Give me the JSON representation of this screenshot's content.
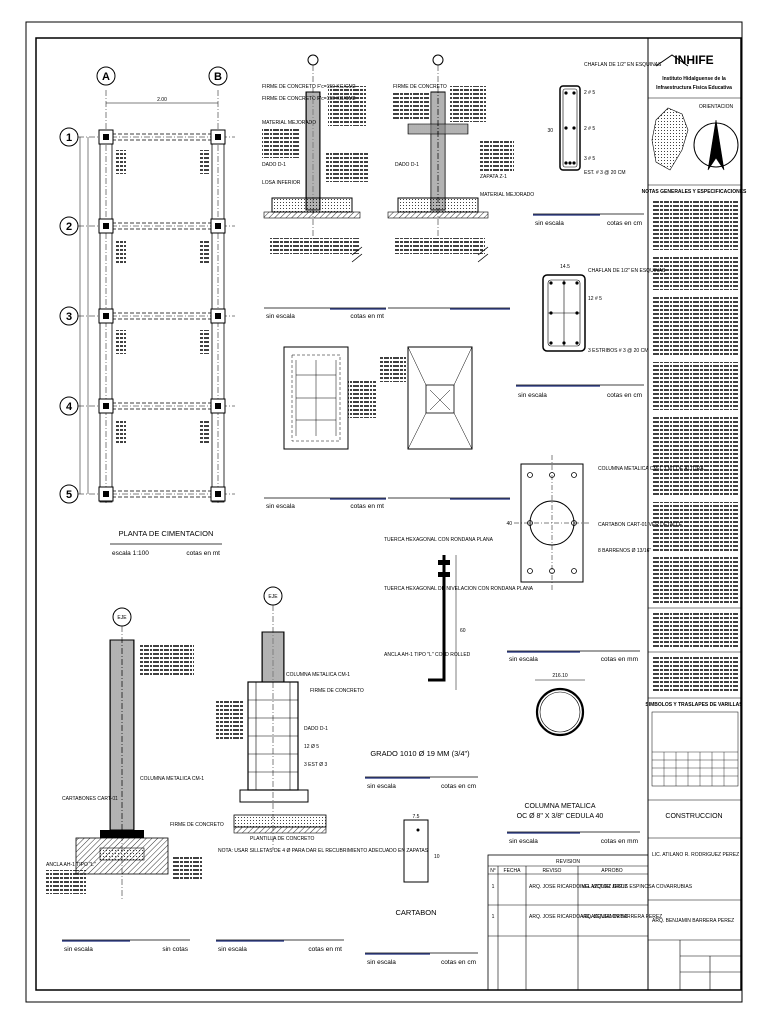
{
  "plan": {
    "axes_cols": [
      "A",
      "B"
    ],
    "axes_rows": [
      "1",
      "2",
      "3",
      "4",
      "5"
    ],
    "dim_top": "2.00",
    "title": "PLANTA DE CIMENTACION",
    "scale": "escala 1:100",
    "units": "cotas en mt"
  },
  "sections": {
    "detail1_notes": [
      "FIRME DE CONCRETO F'c=150 KG/CM2",
      "FIRME DE CONCRETO F'c=150 KG/CM2",
      "MATERIAL MEJORADO",
      "DADO D-1",
      "LOSA INFERIOR"
    ],
    "detail2_notes": [
      "FIRME DE CONCRETO",
      "DADO D-1",
      "ZAPATA Z-1",
      "MATERIAL MEJORADO"
    ],
    "footer1": {
      "scale": "sin escala",
      "units": "cotas en mt"
    },
    "footer2": {
      "scale": "sin escala",
      "units": "cotas en mt"
    }
  },
  "stirrups": {
    "label_a": "CHAFLAN DE 1/2\" EN ESQUINAS",
    "dim_a": "30",
    "bars_a1": "2 # 5",
    "bars_a2": "2 # 5",
    "bars_a3": "3 # 5",
    "note_a": "EST. # 3 @ 20 CM",
    "footer_a": {
      "scale": "sin escala",
      "units": "cotas en cm"
    },
    "label_b": "CHAFLAN DE 1/2\" EN ESQUINAS",
    "dim_b": "14.5",
    "bars_b": "12 # 5",
    "note_b": "3 ESTRIBOS # 3 @ 20 CM",
    "footer_b": {
      "scale": "sin escala",
      "units": "cotas en cm"
    }
  },
  "plate": {
    "label_col": "COLUMNA METALICA CM-1 3 MT DE ALTURA",
    "label_cart": "CARTABON CART-01 VER DETALLE",
    "label_anchor": "8 BARRENOS Ø 13/16\"",
    "dim": "40",
    "footer": {
      "scale": "sin escala",
      "units": "cotas en mm"
    }
  },
  "anchor": {
    "nut1": "TUERCA HEXAGONAL CON RONDANA PLANA",
    "nut2": "TUERCA HEXAGONAL DE NIVELACION CON RONDANA PLANA",
    "rod": "ANCLA AH-1 TIPO \"L\" COLD ROLLED",
    "dim": "60",
    "grade": "GRADO 1010 Ø 19 MM (3/4\")",
    "footer": {
      "scale": "sin escala",
      "units": "cotas en cm"
    }
  },
  "column": {
    "dim": "216.10",
    "title": "COLUMNA METALICA",
    "subtitle": "OC Ø 8\" X 3/8\" CEDULA 40",
    "footer": {
      "scale": "sin escala",
      "units": "cotas en mm"
    }
  },
  "cartabon": {
    "dim_a": "7.5",
    "dim_b": "10",
    "title": "CARTABON",
    "footer": {
      "scale": "sin escala",
      "units": "cotas en cm"
    }
  },
  "details_bottom": {
    "eje1": "EJE",
    "eje2": "EJE",
    "notes_left": [
      "COLUMNA METALICA CM-1",
      "CARTABONES CART-01",
      "FIRME DE CONCRETO",
      "ANCLA AH-1 TIPO \"L\""
    ],
    "notes_right": [
      "COLUMNA METALICA CM-1",
      "FIRME DE CONCRETO",
      "DADO D-1",
      "12 Ø 5",
      "3 EST Ø 3",
      "PLANTILLA DE CONCRETO"
    ],
    "note_bottom": "NOTA: USAR SILLETAS DE 4 Ø PARA DAR EL RECUBRIMIENTO ADECUADO EN ZAPATAS",
    "footer_left": {
      "scale": "sin escala",
      "units": "sin cotas"
    },
    "footer_right": {
      "scale": "sin escala",
      "units": "cotas en mt"
    }
  },
  "revision": {
    "title": "REVISION",
    "headers": [
      "N°",
      "FECHA",
      "REVISO",
      "APROBO"
    ],
    "rows": [
      {
        "n": "1",
        "reviso": "ARQ. JOSE RICARDO VELAZQUEZ ORTIZ",
        "aprobo": "ING. VICTOR JESUS ESPINOSA COVARRUBIAS"
      },
      {
        "n": "1",
        "reviso": "ARQ. JOSE RICARDO VELAZQUEZ ORTIZ",
        "aprobo": "ARQ. BENJAMIN BARRERA PEREZ"
      }
    ]
  },
  "titleblock": {
    "brand": "INHIFE",
    "org1": "Instituto Hidalguense de la",
    "org2": "Infraestructura Fisica Educativa",
    "orientation": "ORIENTACION",
    "sec_heading": "NOTAS GENERALES Y ESPECIFICACIONES",
    "phase": "CONSTRUCCION",
    "person1": "LIC. ATILANO R. RODRIGUEZ PEREZ",
    "person2": "ARQ. BENJAMIN BARRERA PEREZ",
    "legend_heading": "SIMBOLOS Y TRASLAPES DE VARILLAS"
  }
}
